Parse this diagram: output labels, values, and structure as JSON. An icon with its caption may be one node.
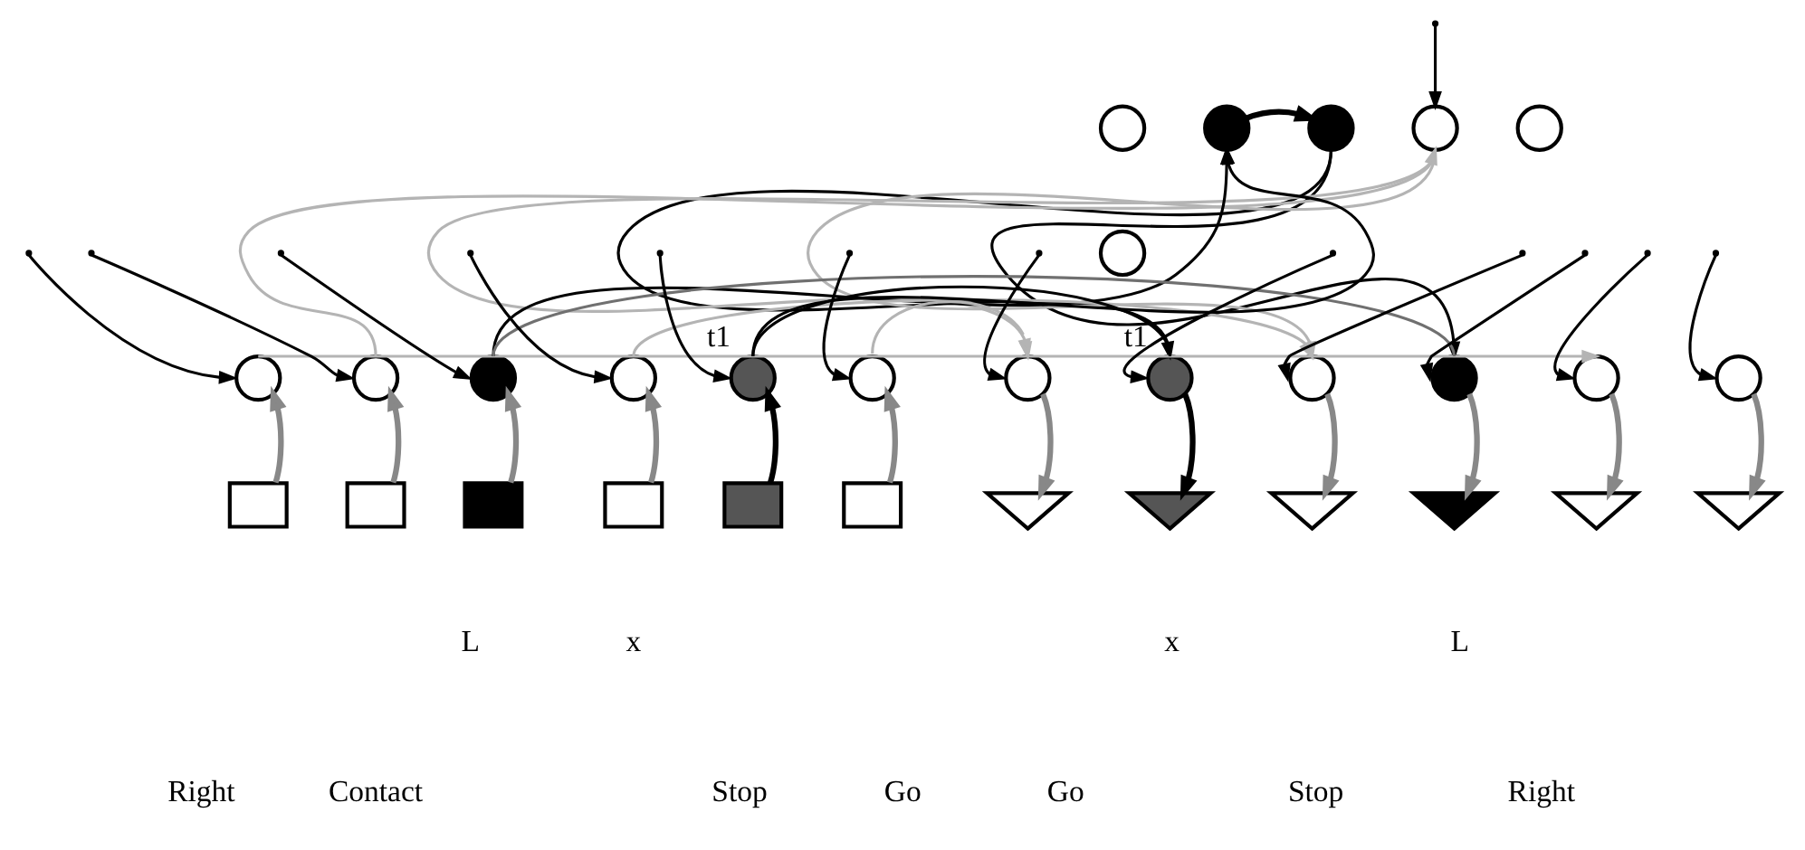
{
  "diagram": {
    "nodes": [
      {
        "text": [],
        "shape": "circle"
      },
      {
        "text": [],
        "shape": "circle"
      },
      {
        "text": [],
        "shape": "circle"
      },
      {
        "text": [],
        "shape": "circle"
      },
      {
        "text": [],
        "shape": "circle"
      },
      {
        "text": [],
        "shape": "circle"
      },
      {
        "text": [],
        "shape": "circle"
      },
      {
        "text": [],
        "shape": "circle"
      },
      {
        "text": [],
        "shape": "circle"
      },
      {
        "text": [],
        "shape": "circle"
      },
      {
        "text": [],
        "shape": "circle",
        "beside": [
          "t1"
        ]
      },
      {
        "text": [],
        "shape": "circle"
      },
      {
        "text": [],
        "shape": "circle"
      },
      {
        "text": [],
        "shape": "circle",
        "beside": [
          "t1"
        ]
      },
      {
        "text": [],
        "shape": "circle"
      },
      {
        "text": [],
        "shape": "circle"
      },
      {
        "text": [],
        "shape": "circle"
      },
      {
        "text": [],
        "shape": "circle"
      },
      {
        "text": [],
        "shape": "box"
      },
      {
        "text": [],
        "shape": "box"
      },
      {
        "text": [],
        "shape": "box"
      },
      {
        "text": [],
        "shape": "box"
      },
      {
        "text": [],
        "shape": "box"
      },
      {
        "text": [],
        "shape": "box"
      },
      {
        "text": [],
        "shape": "triangle"
      },
      {
        "text": [],
        "shape": "triangle"
      },
      {
        "text": [],
        "shape": "triangle"
      },
      {
        "text": [],
        "shape": "triangle"
      },
      {
        "text": [],
        "shape": "triangle"
      },
      {
        "text": [],
        "shape": "triangle"
      }
    ],
    "edges": [
      {
        "from": 18,
        "to": 6,
        "arrow": "to",
        "style": "thick",
        "color": "#888888"
      },
      {
        "from": 19,
        "to": 7,
        "arrow": "to",
        "style": "thick",
        "color": "#888888"
      },
      {
        "from": 20,
        "to": 8,
        "arrow": "to",
        "style": "thick",
        "color": "#888888"
      },
      {
        "from": 21,
        "to": 9,
        "arrow": "to",
        "style": "thick",
        "color": "#888888"
      },
      {
        "from": 22,
        "to": 10,
        "arrow": "to",
        "style": "thick"
      },
      {
        "from": 23,
        "to": 11,
        "arrow": "to",
        "style": "thick",
        "color": "#888888"
      },
      {
        "from": 12,
        "to": 24,
        "arrow": "to",
        "style": "thick",
        "color": "#888888"
      },
      {
        "from": 13,
        "to": 25,
        "arrow": "to",
        "style": "thick"
      },
      {
        "from": 14,
        "to": 26,
        "arrow": "to",
        "style": "thick",
        "color": "#888888"
      },
      {
        "from": 15,
        "to": 27,
        "arrow": "to",
        "style": "thick",
        "color": "#888888"
      },
      {
        "from": 16,
        "to": 28,
        "arrow": "to",
        "style": "thick",
        "color": "#888888"
      },
      {
        "from": 17,
        "to": 29,
        "arrow": "to",
        "style": "thick",
        "color": "#888888"
      },
      {
        "from": 8,
        "to": 1,
        "arrow": "to"
      },
      {
        "from": 10,
        "to": 1,
        "arrow": "to"
      },
      {
        "from": 1,
        "to": 2,
        "arrow": "to",
        "style": "thick"
      },
      {
        "from": 2,
        "to": 13,
        "arrow": "to"
      },
      {
        "from": 2,
        "to": 15,
        "arrow": "to"
      },
      {
        "from": 10,
        "to": 13,
        "arrow": "none"
      },
      {
        "from": 6,
        "to": 16,
        "arrow": "to",
        "color": "#b4b4b4"
      },
      {
        "from": 7,
        "to": 3,
        "arrow": "to",
        "color": "#b4b4b4"
      },
      {
        "from": 3,
        "to": 14,
        "arrow": "to",
        "color": "#b4b4b4"
      },
      {
        "from": 3,
        "to": 12,
        "arrow": "to",
        "color": "#b4b4b4"
      },
      {
        "from": 8,
        "to": 15,
        "arrow": "none",
        "color": "#707070"
      },
      {
        "from": 9,
        "to": 14,
        "arrow": "to",
        "color": "#b4b4b4"
      },
      {
        "from": 11,
        "to": 12,
        "arrow": "to",
        "color": "#b4b4b4"
      },
      {
        "from": null,
        "to": 3,
        "arrow": "to"
      },
      {
        "from": null,
        "to": 6,
        "arrow": "to"
      },
      {
        "from": null,
        "to": 7,
        "arrow": "to"
      },
      {
        "from": null,
        "to": 8,
        "arrow": "to"
      },
      {
        "from": null,
        "to": 9,
        "arrow": "to"
      },
      {
        "from": null,
        "to": 10,
        "arrow": "to"
      },
      {
        "from": null,
        "to": 11,
        "arrow": "to"
      },
      {
        "from": null,
        "to": 12,
        "arrow": "to"
      },
      {
        "from": null,
        "to": 13,
        "arrow": "to"
      },
      {
        "from": null,
        "to": 14,
        "arrow": "to"
      },
      {
        "from": null,
        "to": 15,
        "arrow": "to"
      },
      {
        "from": null,
        "to": 16,
        "arrow": "to"
      },
      {
        "from": null,
        "to": 17,
        "arrow": "to"
      }
    ],
    "labels": [
      "Right",
      "Contact",
      "L",
      "x",
      "Stop",
      "Go",
      "Go",
      "x",
      "Stop",
      "L",
      "Right"
    ]
  }
}
